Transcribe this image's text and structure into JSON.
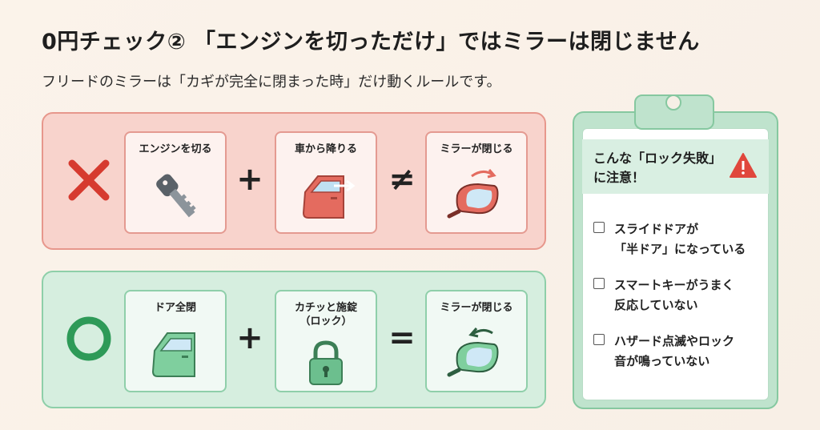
{
  "header": {
    "title": "0円チェック② 「エンジンを切っただけ」ではミラーは閉じません",
    "subtitle": "フリードのミラーは「カギが完全に閉まった時」だけ動くルールです。"
  },
  "bad_row": {
    "step1": "エンジンを切る",
    "step2": "車から降りる",
    "result": "ミラーが閉じる",
    "op1": "+",
    "op2": "≠"
  },
  "good_row": {
    "step1": "ドア全閉",
    "step2": "カチッと施錠\n（ロック）",
    "result": "ミラーが閉じる",
    "op1": "+",
    "op2": "="
  },
  "checklist": {
    "title": "こんな「ロック失敗」に注意！",
    "items": [
      "スライドドアが\n「半ドア」になっている",
      "スマートキーがうまく\n反応していない",
      "ハザード点滅やロック\n音が鳴っていない"
    ]
  },
  "colors": {
    "bad_panel": "#f8d3cc",
    "good_panel": "#d6eedf",
    "cross": "#d63a2f",
    "circle": "#2e9a58",
    "warning": "#e0473c"
  },
  "icons": {
    "bad_mark": "cross-icon",
    "good_mark": "circle-icon",
    "key": "key-icon",
    "door": "car-door-icon",
    "mirror": "side-mirror-icon",
    "lock": "padlock-icon",
    "warning": "warning-icon"
  }
}
